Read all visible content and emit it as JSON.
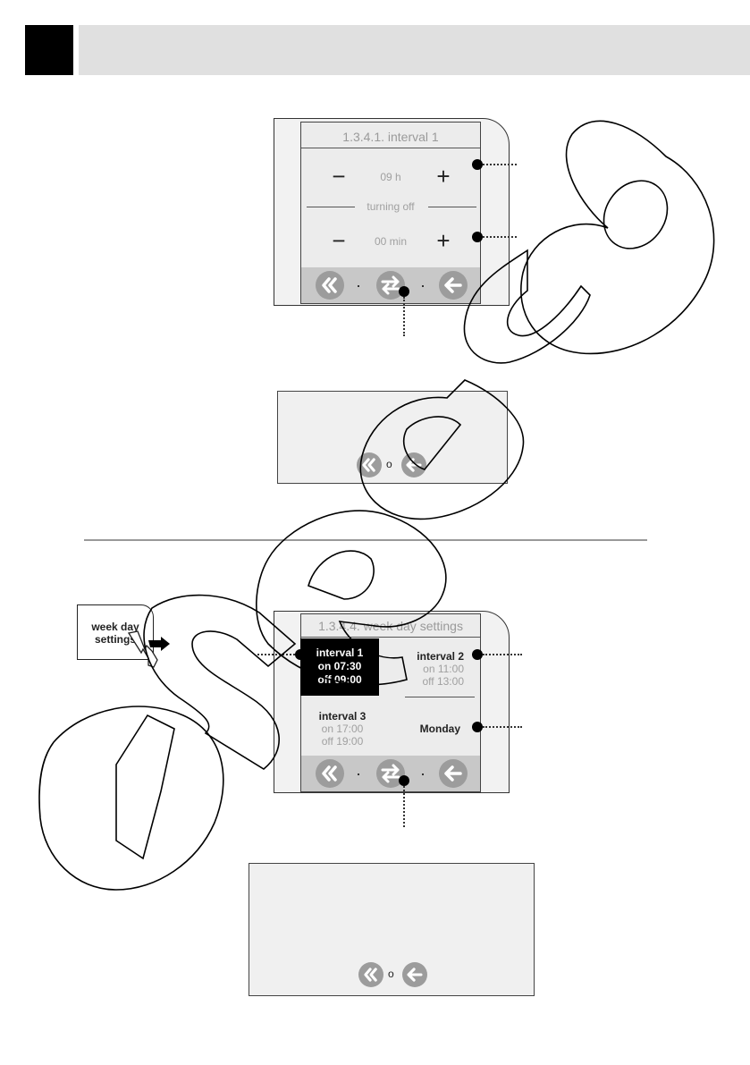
{
  "screen1": {
    "title": "1.3.4.1. interval 1",
    "hours_value": "09 h",
    "section_label": "turning off",
    "minutes_value": "00 min",
    "minus_symbol": "−",
    "plus_symbol": "+"
  },
  "screen2": {
    "title": "1.3.4.4. week day settings",
    "interval1": {
      "title": "interval 1",
      "on": "on 07:30",
      "off": "off 09:00"
    },
    "interval2": {
      "title": "interval 2",
      "on": "on 11:00",
      "off": "off 13:00"
    },
    "interval3": {
      "title": "interval 3",
      "on": "on 17:00",
      "off": "off 19:00"
    },
    "day": "Monday"
  },
  "sidebar_card": {
    "line1": "week day",
    "line2": "settings"
  },
  "small_nav_separator": "o",
  "icons": [
    "double-back-icon",
    "swap-arrows-icon",
    "back-arrow-icon",
    "black-square-marker",
    "hand-pointer-icon",
    "arrow-right-icon"
  ],
  "colors": {
    "header_black": "#000000",
    "header_grey": "#e0e0e0",
    "button_grey": "#9c9c9c",
    "navbar_grey": "#c8c8c8"
  }
}
